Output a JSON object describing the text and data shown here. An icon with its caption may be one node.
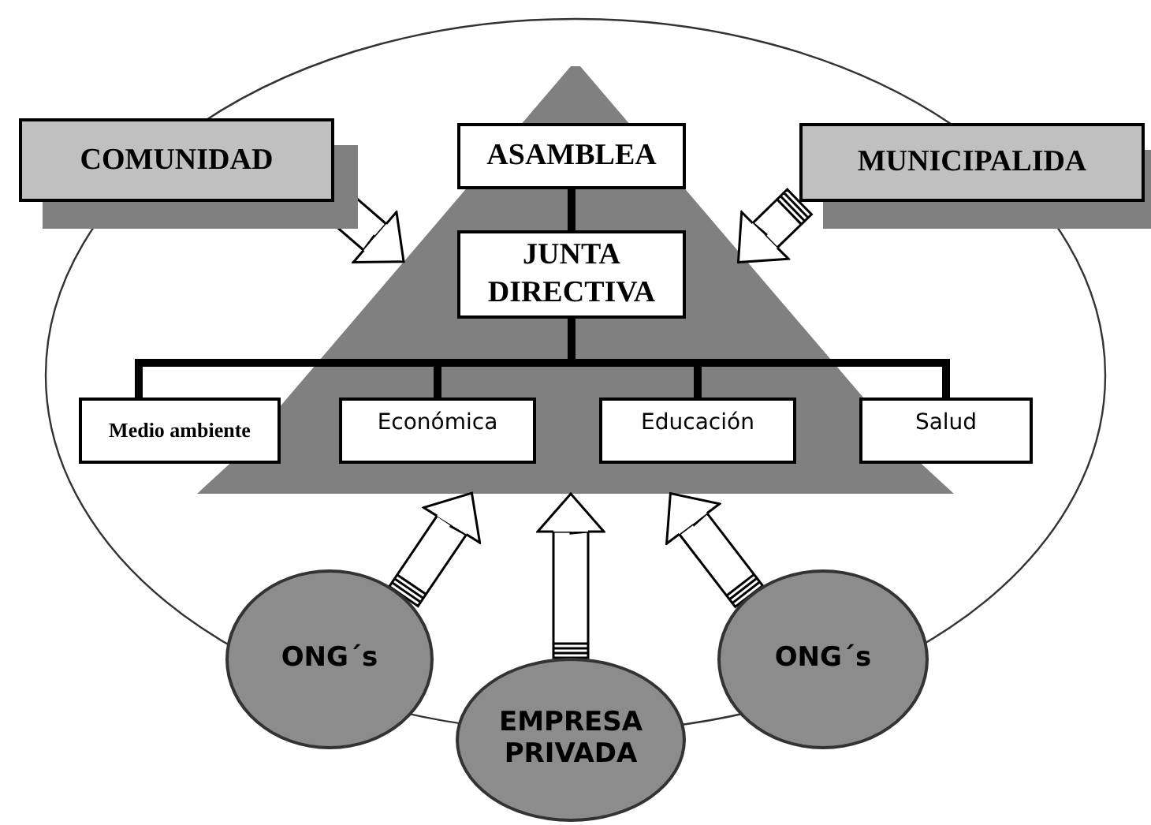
{
  "diagram": {
    "nodes": [
      {
        "text": [
          "COMUNIDAD"
        ]
      },
      {
        "text": [
          "MUNICIPALIDA"
        ]
      },
      {
        "text": [],
        "shape": "triangle"
      },
      {
        "text": [
          "ASAMBLEA"
        ],
        "in": 2
      },
      {
        "text": [
          "JUNTA DIRECTIVA"
        ],
        "in": 2
      },
      {
        "text": [
          "Medio ambiente"
        ]
      },
      {
        "text": [
          "Económica"
        ],
        "in": 2
      },
      {
        "text": [
          "Educación"
        ],
        "in": 2
      },
      {
        "text": [
          "Salud"
        ]
      },
      {
        "text": [
          "ONG´s"
        ]
      },
      {
        "text": [
          "EMPRESA PRIVADA"
        ]
      },
      {
        "text": [
          "ONG´s"
        ]
      }
    ],
    "edges": [
      {
        "from": 3,
        "to": 4,
        "arrow": "none",
        "style": "thick"
      },
      {
        "from": 4,
        "to": 5,
        "arrow": "none",
        "style": "thick"
      },
      {
        "from": 4,
        "to": 6,
        "arrow": "none",
        "style": "thick"
      },
      {
        "from": 4,
        "to": 7,
        "arrow": "none",
        "style": "thick"
      },
      {
        "from": 4,
        "to": 8,
        "arrow": "none",
        "style": "thick"
      },
      {
        "from": 0,
        "to": 2,
        "arrow": "to"
      },
      {
        "from": 1,
        "to": 2,
        "arrow": "to"
      },
      {
        "from": 9,
        "to": 2,
        "arrow": "to"
      },
      {
        "from": 10,
        "to": 2,
        "arrow": "to"
      },
      {
        "from": 11,
        "to": 2,
        "arrow": "to"
      }
    ]
  }
}
